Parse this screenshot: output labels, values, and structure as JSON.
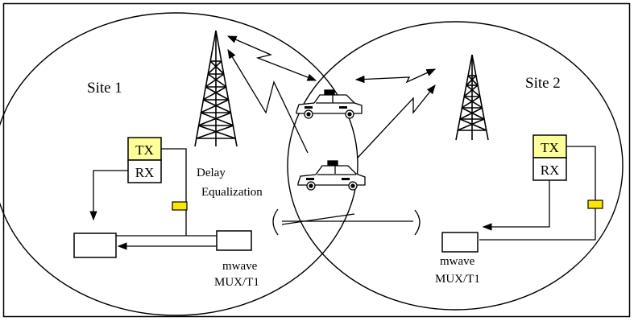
{
  "site1": {
    "label": "Site 1",
    "radio": {
      "tx_label": "TX",
      "rx_label": "RX"
    },
    "equalizer_label_line1": "Delay",
    "equalizer_label_line2": "Equalization",
    "mux": {
      "label_line1": "mwave",
      "label_line2": "MUX/T1"
    }
  },
  "site2": {
    "label": "Site 2",
    "radio": {
      "tx_label": "TX",
      "rx_label": "RX"
    },
    "mux": {
      "label_line1": "mwave",
      "label_line2": "MUX/T1"
    }
  },
  "colors": {
    "tx_highlight": "#FFFF99",
    "delay_element": "#FFE600",
    "line": "#000000",
    "background": "#FFFFFF"
  },
  "icons": [
    "radio-tower-icon",
    "police-car-icon",
    "radio-link-arrow-icon"
  ]
}
